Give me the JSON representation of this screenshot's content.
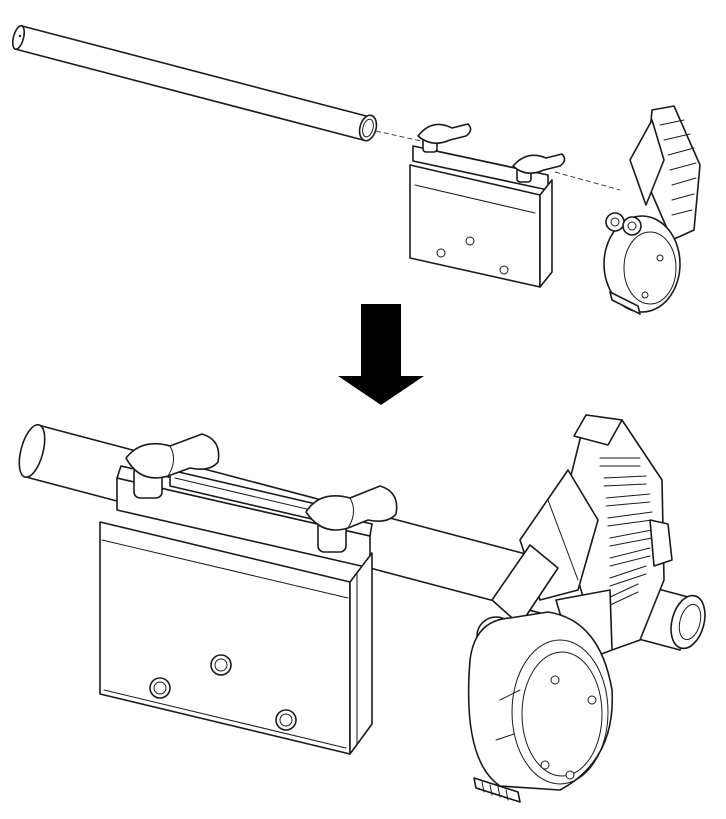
{
  "figure": {
    "stages": [
      "exploded",
      "assembled"
    ],
    "parts": [
      "rod",
      "clamp-bracket",
      "motor-unit"
    ],
    "colors": {
      "line": "#1a1a1a",
      "background": "#ffffff",
      "arrow": "#000000"
    },
    "icons": [
      "down-arrow-icon",
      "thumb-screw-icon"
    ]
  }
}
